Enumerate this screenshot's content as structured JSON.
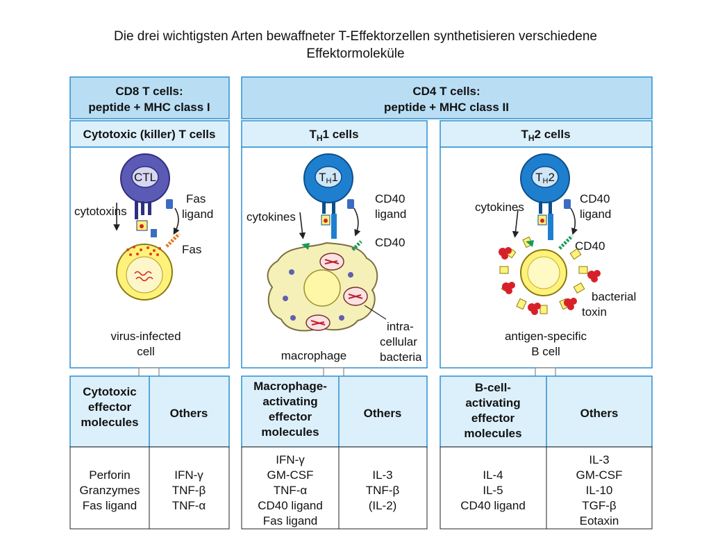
{
  "title": {
    "line1": "Die drei wichtigsten Arten bewaffneter T-Effektorzellen synthetisieren verschiedene",
    "line2": "Effektormoleküle"
  },
  "cd8": {
    "header1": "CD8 T cells:",
    "header2": "peptide + MHC class I",
    "subheader": "Cytotoxic (killer) T cells",
    "cell_label": "CTL",
    "left_label": "cytotoxins",
    "fas_ligand1": "Fas",
    "fas_ligand2": "ligand",
    "fas": "Fas",
    "target1": "virus-infected",
    "target2": "cell",
    "col1_header": [
      "Cytotoxic",
      "effector",
      "molecules"
    ],
    "col2_header": "Others",
    "col1_values": [
      "Perforin",
      "Granzymes",
      "Fas ligand"
    ],
    "col2_values": [
      "IFN-γ",
      "TNF-β",
      "TNF-α"
    ]
  },
  "cd4": {
    "header1": "CD4 T cells:",
    "header2": "peptide + MHC class II"
  },
  "th1": {
    "subheader_main": "T",
    "subheader_sub": "H",
    "subheader_rest": "1 cells",
    "cell_main": "T",
    "cell_sub": "H",
    "cell_rest": "1",
    "left_label": "cytokines",
    "cd40l1": "CD40",
    "cd40l2": "ligand",
    "cd40": "CD40",
    "intra1": "intra-",
    "intra2": "cellular",
    "intra3": "bacteria",
    "target": "macrophage",
    "col1_header": [
      "Macrophage-",
      "activating",
      "effector",
      "molecules"
    ],
    "col2_header": "Others",
    "col1_values": [
      "IFN-γ",
      "GM-CSF",
      "TNF-α",
      "CD40 ligand",
      "Fas ligand"
    ],
    "col2_values": [
      "IL-3",
      "TNF-β",
      "(IL-2)"
    ]
  },
  "th2": {
    "subheader_main": "T",
    "subheader_sub": "H",
    "subheader_rest": "2 cells",
    "cell_main": "T",
    "cell_sub": "H",
    "cell_rest": "2",
    "left_label": "cytokines",
    "cd40l1": "CD40",
    "cd40l2": "ligand",
    "cd40": "CD40",
    "toxin1": "bacterial",
    "toxin2": "toxin",
    "target1": "antigen-specific",
    "target2": "B cell",
    "col1_header": [
      "B-cell-",
      "activating",
      "effector",
      "molecules"
    ],
    "col2_header": "Others",
    "col1_values": [
      "IL-4",
      "IL-5",
      "CD40 ligand"
    ],
    "col2_values": [
      "IL-3",
      "GM-CSF",
      "IL-10",
      "TGF-β",
      "Eotaxin"
    ]
  },
  "colors": {
    "header_bg": "#b9def4",
    "subheader_bg": "#dcf0fb",
    "border": "#2b8fd0",
    "cytotoxic_cell": "#5b5bb5",
    "th_cell": "#1f7fcf",
    "target_yellow": "#fff27a",
    "macrophage": "#f5f0b8",
    "toxin_red": "#d8202a"
  }
}
